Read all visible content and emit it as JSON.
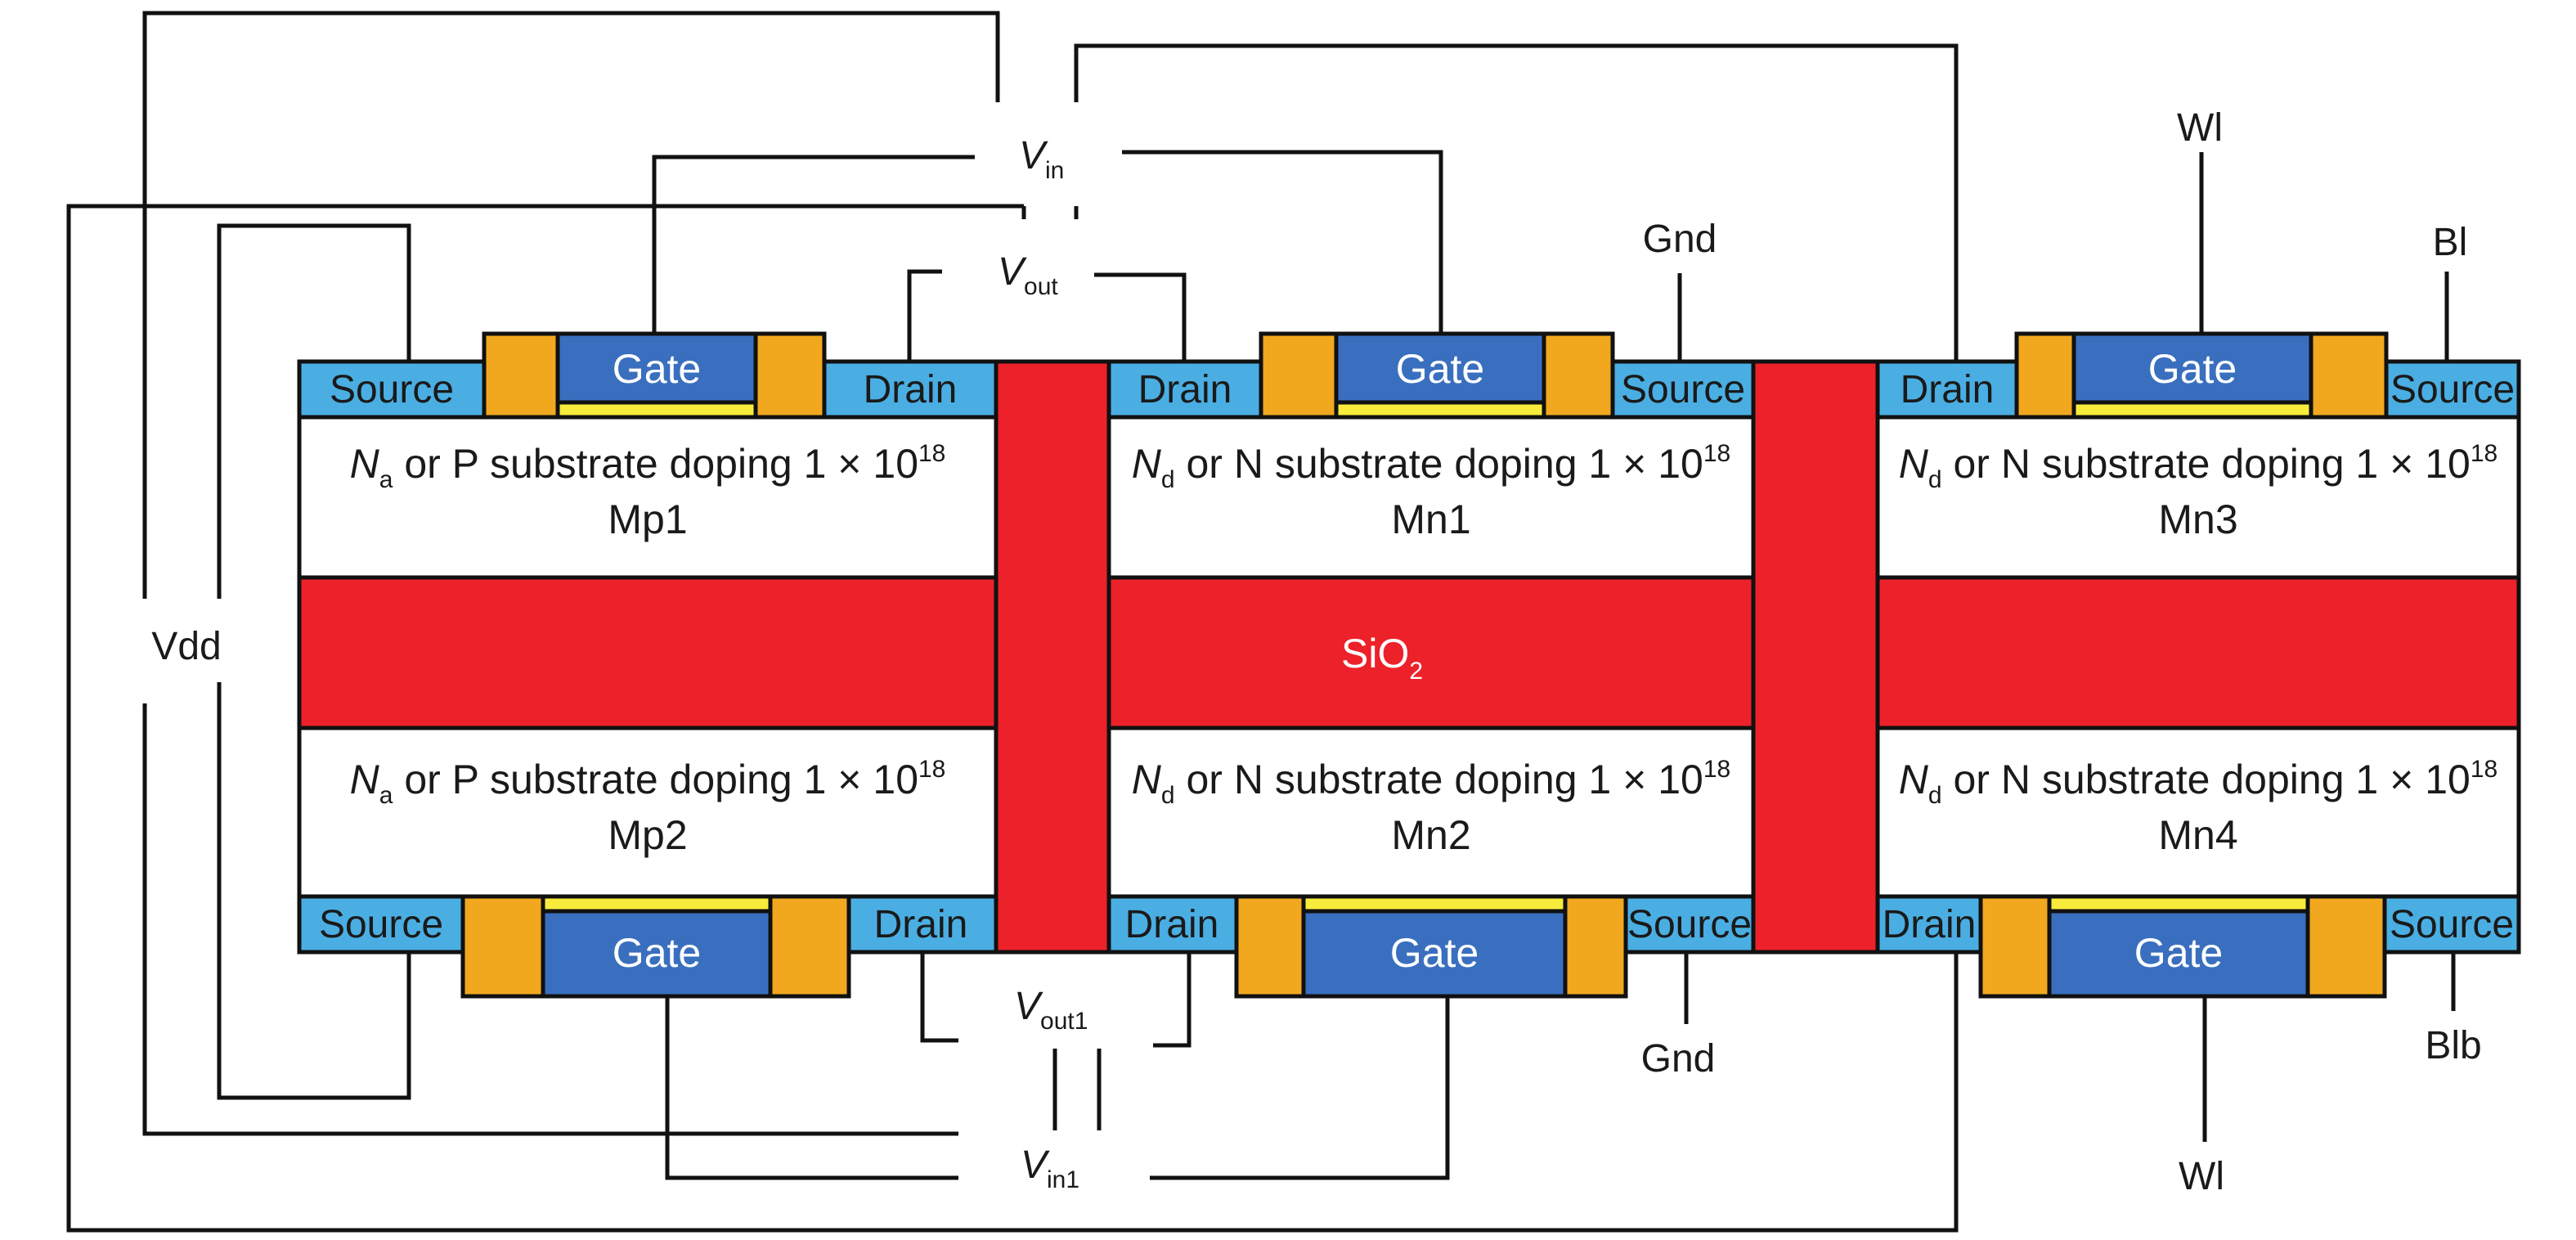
{
  "oxide": {
    "label": "SiO",
    "sub": "2",
    "color": "#ED2129"
  },
  "colors": {
    "source_drain": "#4AAEE3",
    "spacer": "#F1A81F",
    "gate": "#3A6FBF",
    "gate_oxide": "#F7EC3B",
    "substrate": "#FFFFFF",
    "wire": "#111111"
  },
  "devices": [
    {
      "id": "Mp1",
      "region_italic": "N",
      "region_sub": "a",
      "region_text": " or P substrate doping 1 × 10",
      "region_sup": "18",
      "name": "Mp1",
      "left_terminal": "Source",
      "right_terminal": "Drain",
      "gate_label": "Gate"
    },
    {
      "id": "Mn1",
      "region_italic": "N",
      "region_sub": "d",
      "region_text": " or N substrate doping 1 × 10",
      "region_sup": "18",
      "name": "Mn1",
      "left_terminal": "Drain",
      "right_terminal": "Source",
      "gate_label": "Gate"
    },
    {
      "id": "Mn3",
      "region_italic": "N",
      "region_sub": "d",
      "region_text": " or N substrate doping 1 × 10",
      "region_sup": "18",
      "name": "Mn3",
      "left_terminal": "Drain",
      "right_terminal": "Source",
      "gate_label": "Gate"
    },
    {
      "id": "Mp2",
      "region_italic": "N",
      "region_sub": "a",
      "region_text": " or P substrate doping 1 × 10",
      "region_sup": "18",
      "name": "Mp2",
      "left_terminal": "Source",
      "right_terminal": "Drain",
      "gate_label": "Gate"
    },
    {
      "id": "Mn2",
      "region_italic": "N",
      "region_sub": "d",
      "region_text": " or N substrate doping 1 × 10",
      "region_sup": "18",
      "name": "Mn2",
      "left_terminal": "Drain",
      "right_terminal": "Source",
      "gate_label": "Gate"
    },
    {
      "id": "Mn4",
      "region_italic": "N",
      "region_sub": "d",
      "region_text": " or N substrate doping 1 × 10",
      "region_sup": "18",
      "name": "Mn4",
      "left_terminal": "Drain",
      "right_terminal": "Source",
      "gate_label": "Gate"
    }
  ],
  "labels": {
    "vdd": "Vdd",
    "vin": {
      "main": "V",
      "sub": "in"
    },
    "vout": {
      "main": "V",
      "sub": "out"
    },
    "vout1": {
      "main": "V",
      "sub": "out1"
    },
    "vin1": {
      "main": "V",
      "sub": "in1"
    },
    "gnd_top": "Gnd",
    "gnd_bottom": "Gnd",
    "wl_top": "Wl",
    "wl_bottom": "Wl",
    "bl": "Bl",
    "blb": "Blb"
  }
}
